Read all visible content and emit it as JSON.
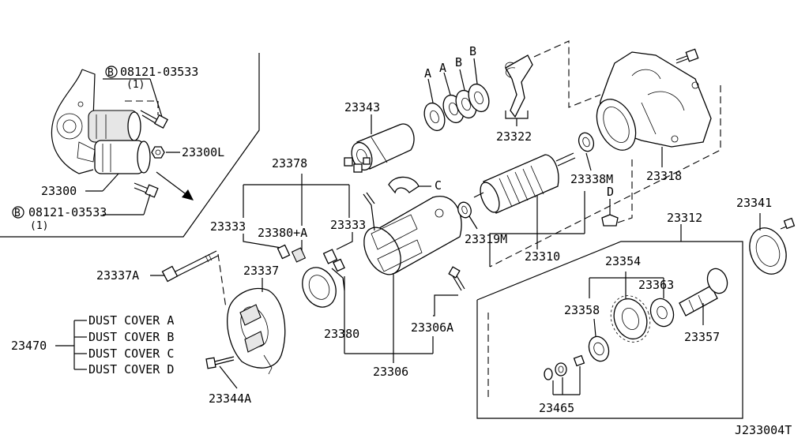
{
  "callouts": {
    "bolt_top_code": "08121-03533",
    "bolt_top_qty": "(1)",
    "bolt_bottom_code": "08121-03533",
    "bolt_bottom_qty": "(1)",
    "bolt_symbol": "B",
    "p23300L": "23300L",
    "p23300": "23300",
    "p23343": "23343",
    "p23378": "23378",
    "p23333_left": "23333",
    "p23380A": "23380+A",
    "p23333_right": "23333",
    "p23337A": "23337A",
    "p23337": "23337",
    "p23380": "23380",
    "p23306A": "23306A",
    "p23306": "23306",
    "p23344A": "23344A",
    "p23322": "23322",
    "p23318": "23318",
    "p23338M": "23338M",
    "p23319M": "23319M",
    "p23310": "23310",
    "p23312": "23312",
    "p23341": "23341",
    "p23354": "23354",
    "p23363": "23363",
    "p23358": "23358",
    "p23357": "23357",
    "p23465": "23465",
    "p23470": "23470",
    "washer_a1": "A",
    "washer_a2": "A",
    "washer_b1": "B",
    "washer_b2": "B",
    "letter_c": "C",
    "letter_d": "D"
  },
  "dust_covers": [
    "DUST COVER A",
    "DUST COVER B",
    "DUST COVER C",
    "DUST COVER D"
  ],
  "drawing_code": "J233004T"
}
